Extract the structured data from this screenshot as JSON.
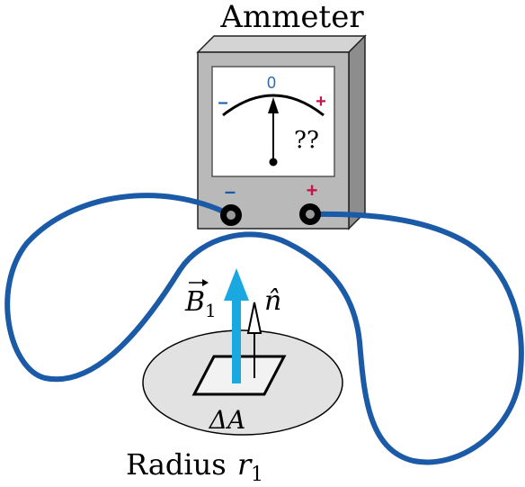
{
  "title": "Ammeter",
  "meter": {
    "zero_label": "0",
    "minus_label": "–",
    "plus_label": "+",
    "reading": "??"
  },
  "terminals": {
    "minus_label": "–",
    "plus_label": "+"
  },
  "field": {
    "b_symbol": "B",
    "b_subscript": "1",
    "normal_symbol": "n̂"
  },
  "area_label": "ΔA",
  "radius": {
    "word": "Radius",
    "symbol": "r",
    "subscript": "1"
  },
  "colors": {
    "wire": "#1a5aa6",
    "field_arrow": "#1aa8e0",
    "plus": "#c0184a",
    "minus": "#1a5aa6",
    "zero": "#2a6aa8",
    "case_front": "#b9b9b9",
    "case_side": "#8d8d8d",
    "case_top": "#d4d4d4",
    "disk": "#e2e2e2"
  }
}
